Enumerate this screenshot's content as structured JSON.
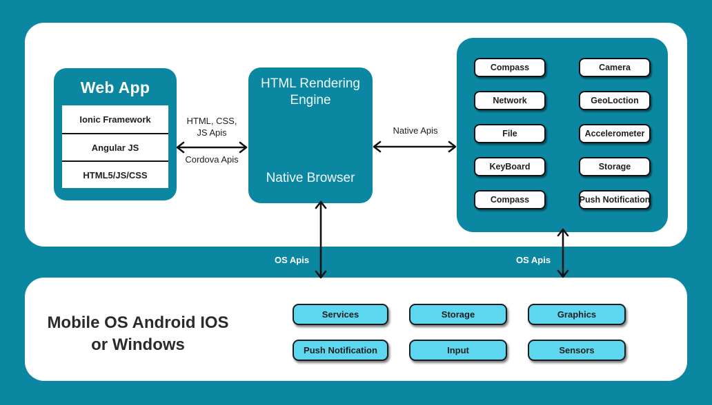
{
  "colors": {
    "background_teal": "#0B87A2",
    "panel_white": "#FFFFFF",
    "button_cyan": "#5DD7F0",
    "arrow_black": "#111111",
    "text_dark": "#222222"
  },
  "web_app": {
    "title": "Web App",
    "layers": [
      "Ionic Framework",
      "Angular JS",
      "HTML5/JS/CSS"
    ]
  },
  "engine": {
    "title": "HTML Rendering\nEngine",
    "subtitle": "Native Browser"
  },
  "connections": {
    "webapp_engine_top": "HTML, CSS,\nJS Apis",
    "webapp_engine_bottom": "Cordova Apis",
    "engine_plugins": "Native Apis",
    "os_apis_left": "OS Apis",
    "os_apis_right": "OS Apis"
  },
  "plugins": {
    "items": [
      "Compass",
      "Camera",
      "Network",
      "GeoLoction",
      "File",
      "Accelerometer",
      "KeyBoard",
      "Storage",
      "Compass",
      "Push Notification"
    ]
  },
  "os": {
    "title": "Mobile OS Android IOS\nor Windows",
    "buttons": [
      "Services",
      "Storage",
      "Graphics",
      "Push Notification",
      "Input",
      "Sensors"
    ]
  }
}
